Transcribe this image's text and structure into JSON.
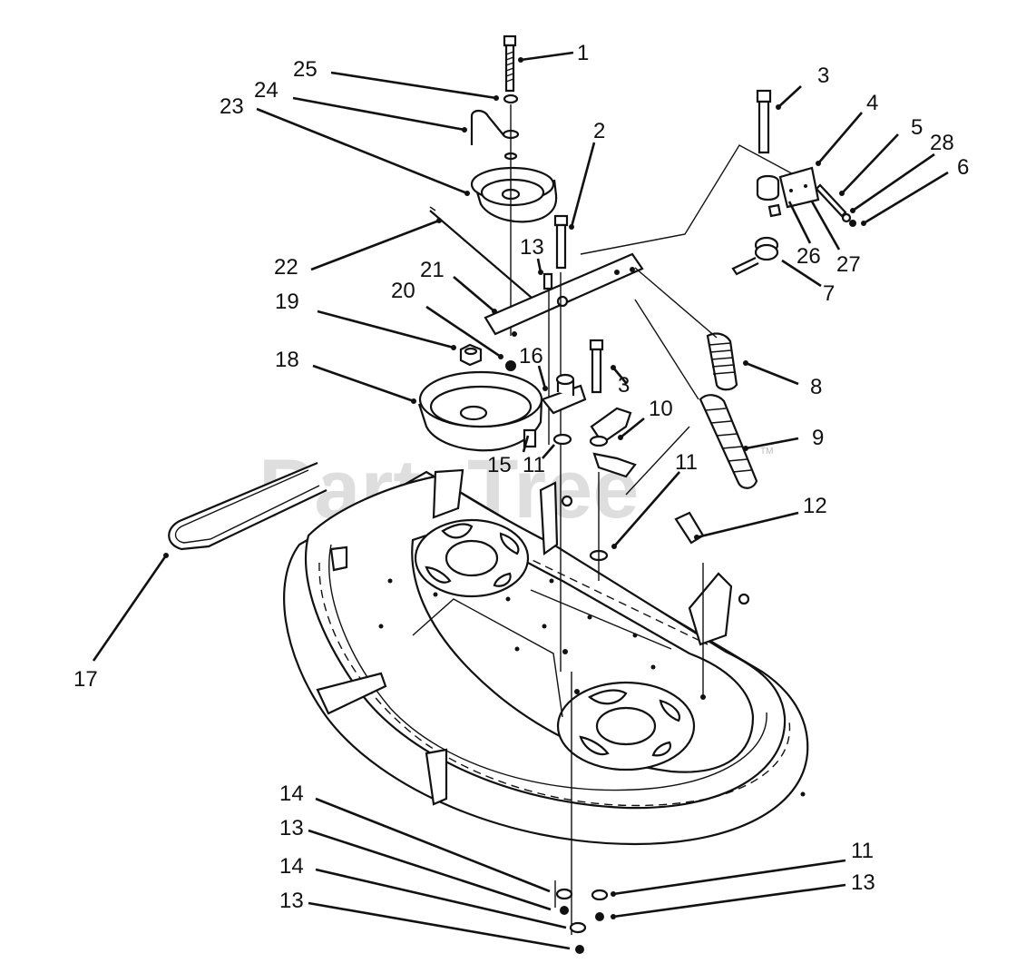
{
  "watermark": "PartsTree",
  "trademark": "TM",
  "callouts": [
    {
      "id": "c1",
      "text": "1"
    },
    {
      "id": "c25",
      "text": "25"
    },
    {
      "id": "c24",
      "text": "24"
    },
    {
      "id": "c23",
      "text": "23"
    },
    {
      "id": "c3a",
      "text": "3"
    },
    {
      "id": "c4",
      "text": "4"
    },
    {
      "id": "c2",
      "text": "2"
    },
    {
      "id": "c5",
      "text": "5"
    },
    {
      "id": "c28",
      "text": "28"
    },
    {
      "id": "c6",
      "text": "6"
    },
    {
      "id": "c13a",
      "text": "13"
    },
    {
      "id": "c22",
      "text": "22"
    },
    {
      "id": "c21",
      "text": "21"
    },
    {
      "id": "c26",
      "text": "26"
    },
    {
      "id": "c27",
      "text": "27"
    },
    {
      "id": "c19",
      "text": "19"
    },
    {
      "id": "c20",
      "text": "20"
    },
    {
      "id": "c7",
      "text": "7"
    },
    {
      "id": "c18",
      "text": "18"
    },
    {
      "id": "c16",
      "text": "16"
    },
    {
      "id": "c3b",
      "text": "3"
    },
    {
      "id": "c8",
      "text": "8"
    },
    {
      "id": "c10",
      "text": "10"
    },
    {
      "id": "c9",
      "text": "9"
    },
    {
      "id": "c15",
      "text": "15"
    },
    {
      "id": "c11a",
      "text": "11"
    },
    {
      "id": "c11b",
      "text": "11"
    },
    {
      "id": "c12",
      "text": "12"
    },
    {
      "id": "c17",
      "text": "17"
    },
    {
      "id": "c14a",
      "text": "14"
    },
    {
      "id": "c13b",
      "text": "13"
    },
    {
      "id": "c14b",
      "text": "14"
    },
    {
      "id": "c13c",
      "text": "13"
    },
    {
      "id": "c11c",
      "text": "11"
    },
    {
      "id": "c13d",
      "text": "13"
    }
  ]
}
